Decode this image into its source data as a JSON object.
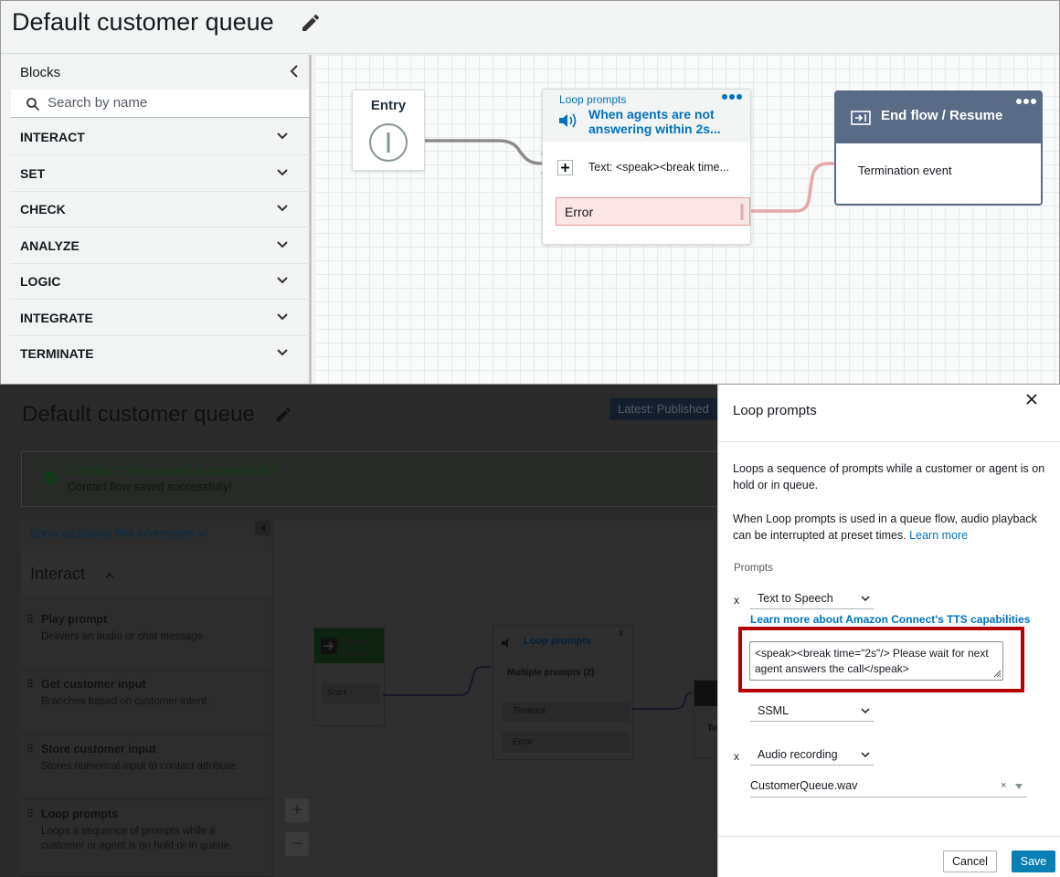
{
  "top": {
    "title": "Default customer queue",
    "blocks_heading": "Blocks",
    "search_placeholder": "Search by name",
    "categories": [
      "INTERACT",
      "SET",
      "CHECK",
      "ANALYZE",
      "LOGIC",
      "INTEGRATE",
      "TERMINATE"
    ],
    "entry_label": "Entry",
    "loop_block": {
      "type_label": "Loop prompts",
      "title": "When agents are not answering within 2s...",
      "text_row": "Text: <speak><break time...",
      "error_label": "Error"
    },
    "end_block": {
      "title": "End flow / Resume",
      "body": "Termination event"
    }
  },
  "bottom": {
    "title": "Default customer queue",
    "published_badge": "Latest: Published",
    "alert_title": "Contact flow saved successfully!",
    "alert_sub": "Contact flow saved successfully!",
    "show_info": "Show additional flow information",
    "interact_heading": "Interact",
    "items": [
      {
        "title": "Play prompt",
        "desc": "Delivers an audio or chat message."
      },
      {
        "title": "Get customer input",
        "desc": "Branches based on customer intent."
      },
      {
        "title": "Store customer input",
        "desc": "Stores numerical input to contact attribute."
      },
      {
        "title": "Loop prompts",
        "desc": "Loops a sequence of prompts while a customer or agent is on hold or in queue."
      }
    ],
    "zoom_in": "+",
    "zoom_out": "−",
    "canvas": {
      "entry_title": "Entry point",
      "entry_start": "Start",
      "loop_title": "Loop prompts",
      "loop_sub": "Multiple prompts (2)",
      "timeout": "Timeout",
      "error": "Error",
      "close_x": "x",
      "end_partial": "Te"
    },
    "panel": {
      "title": "Loop prompts",
      "desc1": "Loops a sequence of prompts while a customer or agent is on hold or in queue.",
      "desc2": "When Loop prompts is used in a queue flow, audio playback can be interrupted at preset times.",
      "learn_more": "Learn more",
      "prompts_label": "Prompts",
      "remove_x": "x",
      "prompt1_type": "Text to Speech",
      "tts_link": "Learn more about Amazon Connect's TTS capabilities",
      "ssml_text": "<speak><break time=\"2s\"/> Please wait for next agent answers the call</speak>",
      "prompt1_format": "SSML",
      "prompt2_type": "Audio recording",
      "prompt2_file": "CustomerQueue.wav",
      "clear_x": "×",
      "cancel": "Cancel",
      "save": "Save"
    }
  },
  "colors": {
    "link_blue": "#0073bb",
    "end_block_header": "#5a6b86",
    "error_fill": "#fbe5e5",
    "highlight_red": "#b30000",
    "save_button": "#0a7fb4"
  }
}
